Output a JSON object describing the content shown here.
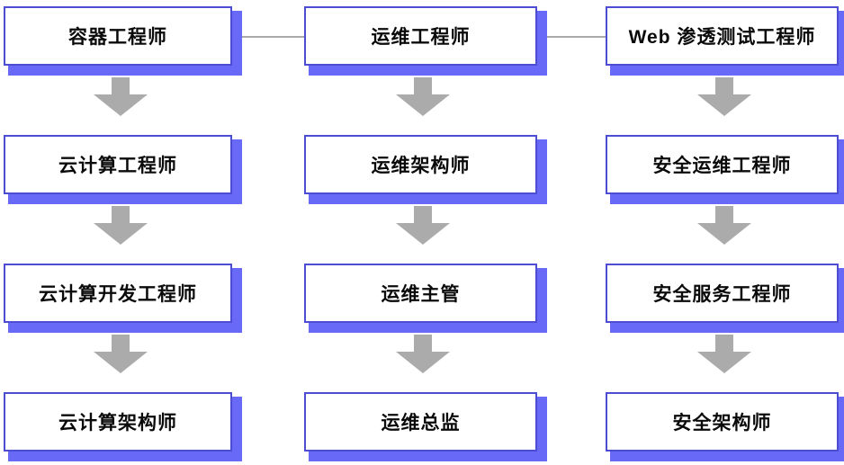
{
  "diagram": {
    "title": "IT career path flowchart",
    "colors": {
      "box_background": "#FFFFFF",
      "box_border": "#4D4DD4",
      "box_shadow": "#6969F8",
      "arrow": "#ABABAB",
      "connector_line": "#AAAAAA",
      "text": "#0A0A0A"
    },
    "columns": [
      {
        "name": "container-cloud-path",
        "nodes": [
          {
            "label": "容器工程师"
          },
          {
            "label": "云计算工程师"
          },
          {
            "label": "云计算开发工程师"
          },
          {
            "label": "云计算架构师"
          }
        ]
      },
      {
        "name": "ops-path",
        "nodes": [
          {
            "label": "运维工程师"
          },
          {
            "label": "运维架构师"
          },
          {
            "label": "运维主管"
          },
          {
            "label": "运维总监"
          }
        ]
      },
      {
        "name": "security-path",
        "nodes": [
          {
            "label": "Web 渗透测试工程师"
          },
          {
            "label": "安全运维工程师"
          },
          {
            "label": "安全服务工程师"
          },
          {
            "label": "安全架构师"
          }
        ]
      }
    ]
  }
}
